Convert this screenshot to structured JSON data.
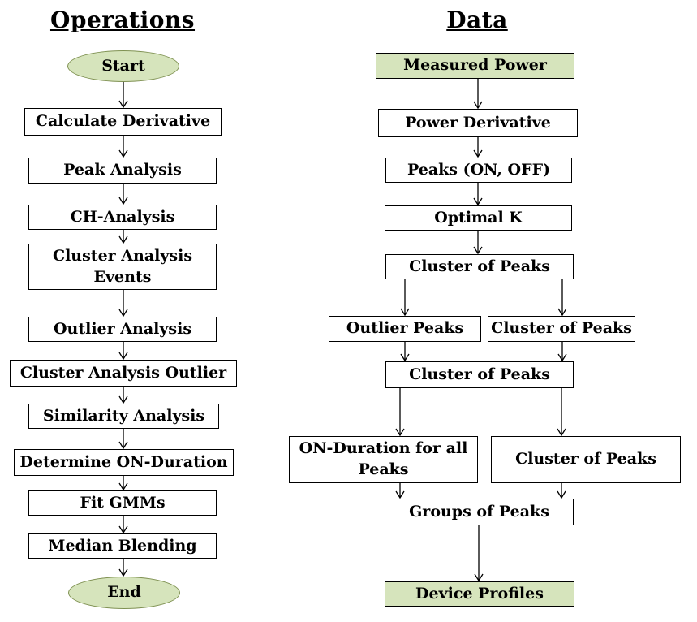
{
  "operations": {
    "title": "Operations",
    "start": "Start",
    "steps": [
      "Calculate Derivative",
      "Peak Analysis",
      "CH-Analysis",
      "Cluster Analysis\nEvents",
      "Outlier Analysis",
      "Cluster Analysis Outlier",
      "Similarity Analysis",
      "Determine ON-Duration",
      "Fit GMMs",
      "Median Blending"
    ],
    "end": "End"
  },
  "data_flow": {
    "title": "Data",
    "measured_power": "Measured Power",
    "power_derivative": "Power Derivative",
    "peaks_on_off": "Peaks (ON, OFF)",
    "optimal_k": "Optimal K",
    "cluster_of_peaks_1": "Cluster of Peaks",
    "outlier_peaks": "Outlier Peaks",
    "cluster_of_peaks_2": "Cluster of Peaks",
    "cluster_of_peaks_merged": "Cluster of Peaks",
    "on_duration_for_all_peaks": "ON-Duration for all\nPeaks",
    "cluster_of_peaks_3": "Cluster of Peaks",
    "groups_of_peaks": "Groups of Peaks",
    "device_profiles": "Device Profiles"
  },
  "colors": {
    "terminal_fill": "#d6e4bc",
    "terminal_border": "#7f9152",
    "box_border": "#000000",
    "arrow": "#000000"
  }
}
